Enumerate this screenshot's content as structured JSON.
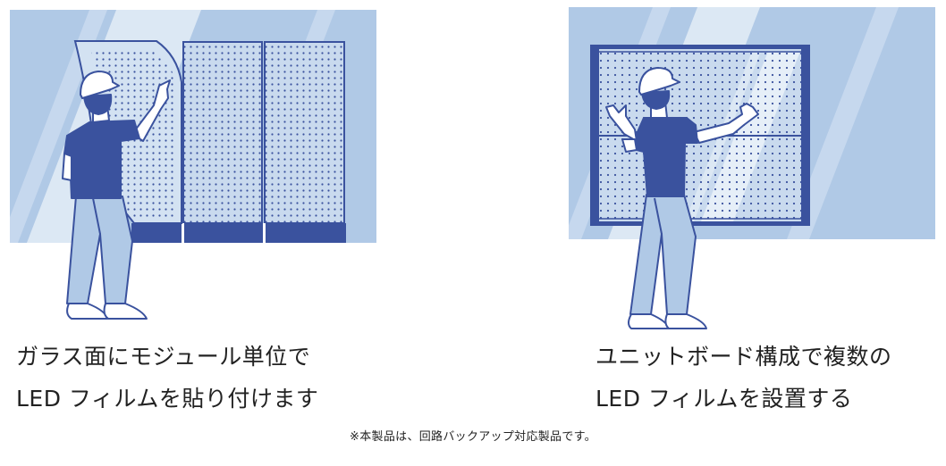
{
  "colors": {
    "glass": "#b0c9e6",
    "glass_highlight": "#dce8f4",
    "navy": "#3a529e",
    "panel_fill": "#c9daee",
    "white": "#ffffff"
  },
  "left_illustration": {
    "description": "Worker applying LED film modules onto glass surface",
    "caption_line1": "ガラス面にモジュール単位で",
    "caption_line2": "LED フィルムを貼り付けます"
  },
  "right_illustration": {
    "description": "Worker installing multiple LED films composed as a unit board",
    "caption_line1": "ユニットボード構成で複数の",
    "caption_line2": "LED フィルムを設置する"
  },
  "footnote": "※本製品は、回路バックアップ対応製品です。"
}
